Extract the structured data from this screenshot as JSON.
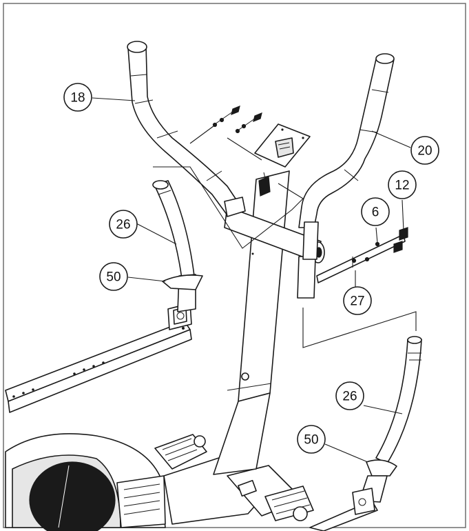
{
  "callouts": [
    {
      "id": "c18",
      "label": "18"
    },
    {
      "id": "c20",
      "label": "20"
    },
    {
      "id": "c12",
      "label": "12"
    },
    {
      "id": "c6",
      "label": "6"
    },
    {
      "id": "c26a",
      "label": "26"
    },
    {
      "id": "c50a",
      "label": "50"
    },
    {
      "id": "c27",
      "label": "27"
    },
    {
      "id": "c26b",
      "label": "26"
    },
    {
      "id": "c50b",
      "label": "50"
    }
  ],
  "colors": {
    "line": "#1a1a1a",
    "frame": "#6f6f6f",
    "background": "#ffffff"
  }
}
